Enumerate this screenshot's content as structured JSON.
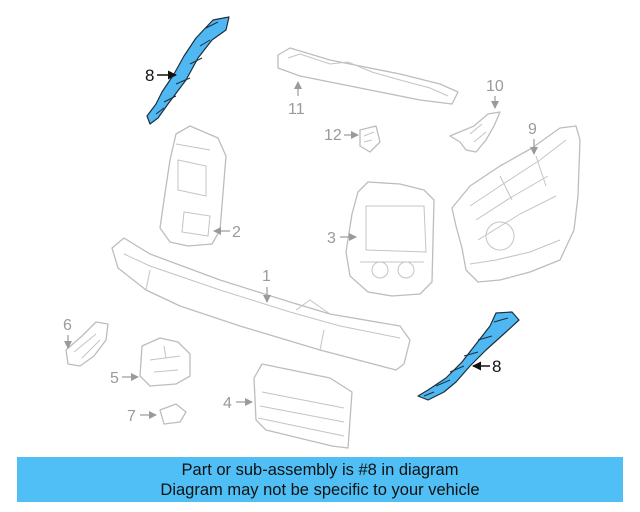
{
  "callouts": {
    "c1": "1",
    "c2": "2",
    "c3": "3",
    "c4": "4",
    "c5": "5",
    "c6": "6",
    "c7": "7",
    "c8_top": "8",
    "c8_bottom": "8",
    "c9": "9",
    "c10": "10",
    "c11": "11",
    "c12": "12"
  },
  "highlighted_part": "8",
  "colors": {
    "highlight": "#4fb7f2",
    "banner": "#4fbff5",
    "part_outline": "#bdbdbd"
  },
  "banner": {
    "line1": "Part or sub-assembly is #8 in diagram",
    "line2": "Diagram may not be specific to your vehicle"
  }
}
